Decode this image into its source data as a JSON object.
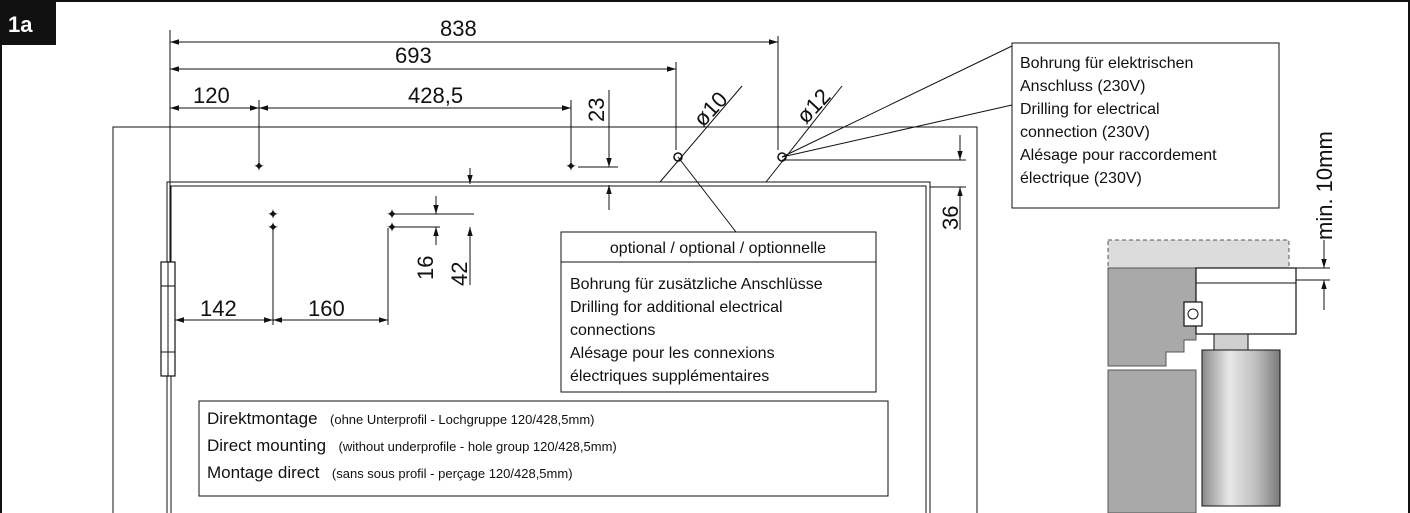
{
  "figure_label": "1a",
  "dimensions": {
    "d838": "838",
    "d693": "693",
    "d120": "120",
    "d428": "428,5",
    "d23": "23",
    "d10": "ø10",
    "d12": "ø12",
    "d16": "16",
    "d42": "42",
    "d142": "142",
    "d160": "160",
    "d36": "36",
    "min10": "min. 10mm"
  },
  "electrical_note": [
    "Bohrung für elektrischen",
    "Anschluss (230V)",
    "Drilling for electrical",
    "connection (230V)",
    "Alésage pour raccordement",
    "électrique (230V)"
  ],
  "optional_box": {
    "title": "optional / optional / optionnelle",
    "lines": [
      "Bohrung für zusätzliche Anschlüsse",
      "Drilling for additional electrical",
      "connections",
      "Alésage pour les connexions",
      "électriques supplémentaires"
    ]
  },
  "mounting_box": {
    "rows": [
      {
        "main": "Direktmontage",
        "sub": "(ohne Unterprofil - Lochgruppe 120/428,5mm)"
      },
      {
        "main": "Direct mounting",
        "sub": "(without underprofile - hole group 120/428,5mm)"
      },
      {
        "main": "Montage direct",
        "sub": "(sans sous profil - perçage 120/428,5mm)"
      }
    ]
  }
}
